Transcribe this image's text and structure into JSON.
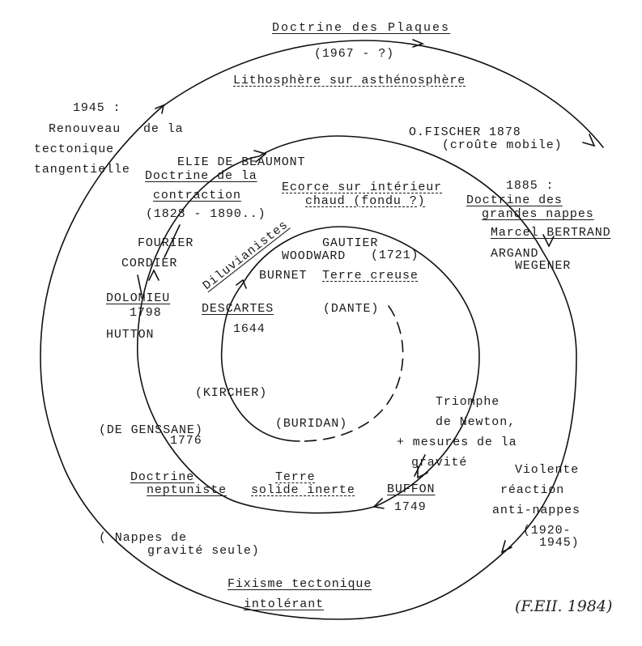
{
  "outer": {
    "title": "Doctrine des Plaques",
    "dates": "(1967 - ?)",
    "subtitle": "Lithosphère sur asthénosphère",
    "renewal": [
      "1945 :",
      "Renouveau",
      "de la",
      "tectonique",
      "tangentielle"
    ],
    "grandes_nappes": [
      "1885 :",
      "Doctrine des",
      "grandes nappes"
    ],
    "people_nappes": [
      "Marcel BERTRAND",
      "ARGAND",
      "WEGENER"
    ],
    "reaction": [
      "Violente",
      "réaction",
      "anti-nappes",
      "(1920-",
      "1945)"
    ],
    "nappes_gravite": [
      "( Nappes de",
      "gravité seule)"
    ],
    "fixisme": [
      "Fixisme tectonique",
      "intolérant"
    ]
  },
  "middle": {
    "fischer": [
      "O.FISCHER 1878",
      "(croûte mobile)"
    ],
    "contraction": [
      "ELIE DE BEAUMONT",
      "Doctrine de la",
      "contraction",
      "(1828 - 1890..)"
    ],
    "ecorce": [
      "Ecorce sur intérieur",
      "chaud (fondu ?)"
    ],
    "people": [
      "FOURIER",
      "CORDIER",
      "DOLOMIEU",
      "1798",
      "HUTTON"
    ],
    "genssane": [
      "(DE GENSSANE)",
      "1776"
    ],
    "neptuniste": [
      "Doctrine",
      "neptuniste"
    ],
    "inerte": [
      "Terre",
      "solide inerte"
    ],
    "newton": [
      "Triomphe",
      "de Newton,",
      "+ mesures de la",
      "gravité"
    ],
    "buffon": [
      "BUFFON",
      "1749"
    ]
  },
  "inner": {
    "diluvianistes": "Diluvianistes",
    "names": [
      "GAUTIER",
      "WOODWARD",
      "(1721)",
      "BURNET"
    ],
    "creuse": "Terre creuse",
    "descartes": [
      "DESCARTES",
      "1644"
    ],
    "dante": "(DANTE)",
    "kircher": "(KIRCHER)",
    "buridan": "(BURIDAN)"
  },
  "signature": "(F.EII. 1984)"
}
